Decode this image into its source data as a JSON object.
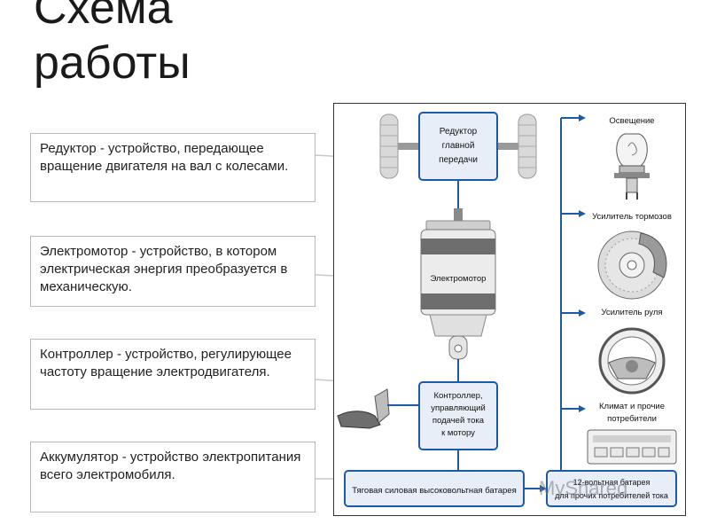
{
  "title": {
    "line1": "Схема",
    "line2": "работы"
  },
  "callouts": [
    {
      "text": "Редуктор - устройство, передающее вращение двигателя на вал с колесами."
    },
    {
      "text": "Электромотор - устройство, в котором электрическая энергия преобразуется в механическую."
    },
    {
      "text": "Контроллер - устройство, регулирующее частоту вращение электродвигателя."
    },
    {
      "text": "Аккумулятор - устройство электропитания всего электромобиля."
    }
  ],
  "diagram": {
    "reducer": {
      "line1": "Редуктор",
      "line2": "главной",
      "line3": "передачи"
    },
    "motor": "Электромотор",
    "controller": {
      "line1": "Контроллер,",
      "line2": "управляющий",
      "line3": "подачей тока",
      "line4": "к мотору"
    },
    "main_battery": "Тяговая силовая высоковольтная батарея",
    "aux_battery": {
      "line1": "12-вольтная батарея",
      "line2": "для прочих потребителей тока"
    },
    "consumers": [
      {
        "label": "Освещение"
      },
      {
        "label": "Усилитель тормозов"
      },
      {
        "label": "Усилитель руля"
      },
      {
        "line1": "Климат и прочие",
        "line2": "потребители"
      }
    ],
    "colors": {
      "accent": "#1a5aa6",
      "box_fill": "#e8eef7"
    }
  },
  "watermark": "MyShared"
}
